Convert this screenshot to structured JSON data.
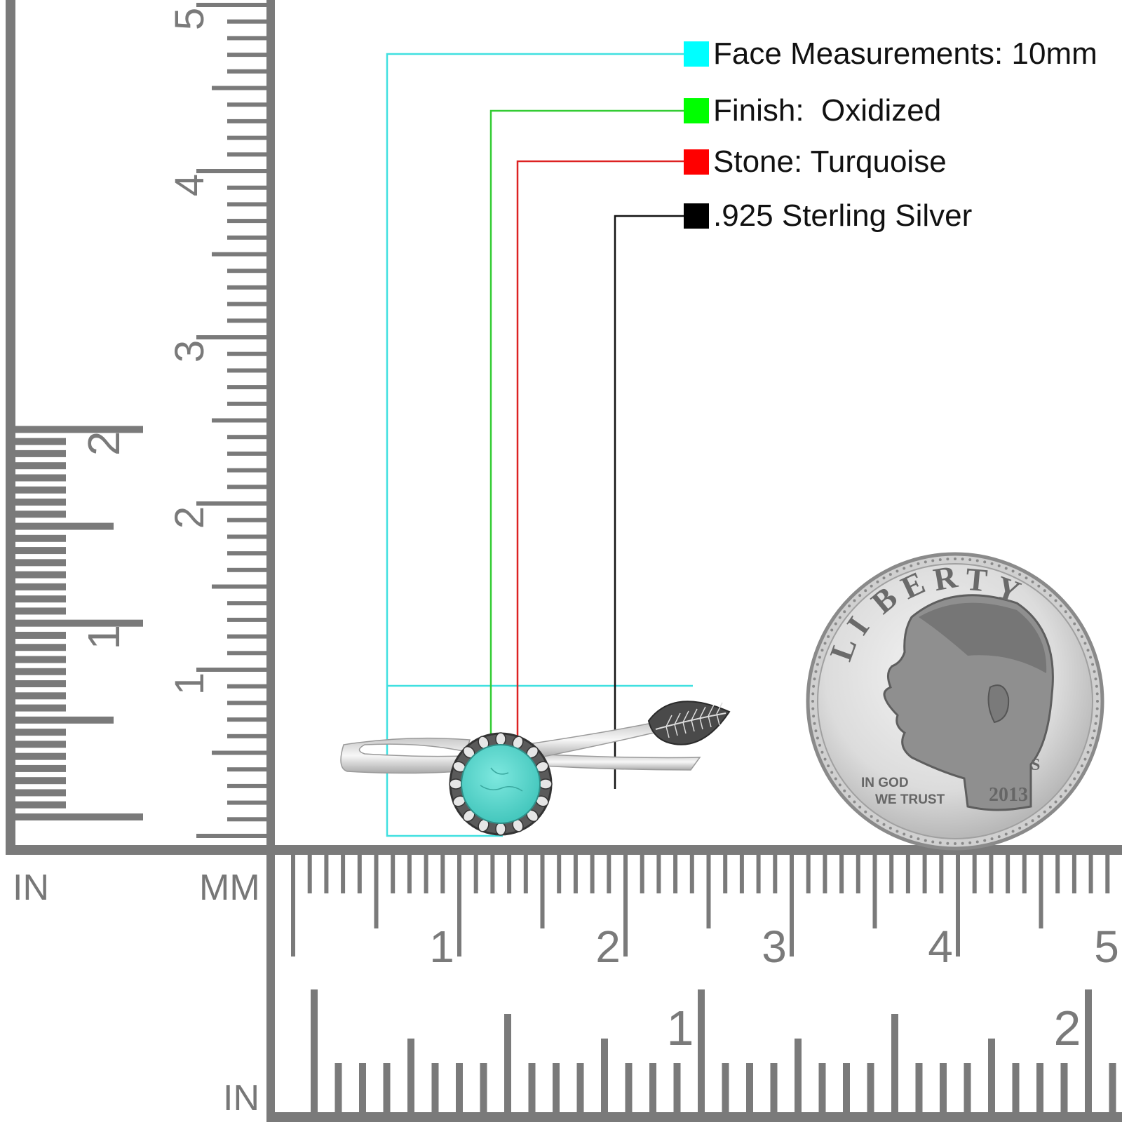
{
  "legend": {
    "face": {
      "label": "Face Measurements: 10mm",
      "color": "#00ffff",
      "line_color": "#40e0e0"
    },
    "finish": {
      "label": "Finish:  Oxidized",
      "color": "#00ff00",
      "line_color": "#33cc33"
    },
    "stone": {
      "label": "Stone: Turquoise",
      "color": "#ff0000",
      "line_color": "#dd2222"
    },
    "metal": {
      "label": ".925 Sterling Silver",
      "color": "#000000",
      "line_color": "#111111"
    }
  },
  "rulers": {
    "left_unit": "IN",
    "corner_unit": "MM",
    "bottom_unit": "IN",
    "vertical_cm_labels": [
      "1",
      "2",
      "3",
      "4",
      "5"
    ],
    "vertical_in_labels": [
      "1",
      "2"
    ],
    "horizontal_cm_labels": [
      "1",
      "2",
      "3",
      "4",
      "5"
    ],
    "horizontal_in_labels": [
      "1",
      "2"
    ],
    "ruler_color": "#7a7a7a"
  },
  "coin": {
    "legend_text": "LIBERTY",
    "motto_line1": "IN GOD",
    "motto_line2": "WE TRUST",
    "year": "2013",
    "mint_mark": "S"
  },
  "product": {
    "stone_color": "#4fd6cc",
    "metal_color": "#d8d8d8"
  }
}
